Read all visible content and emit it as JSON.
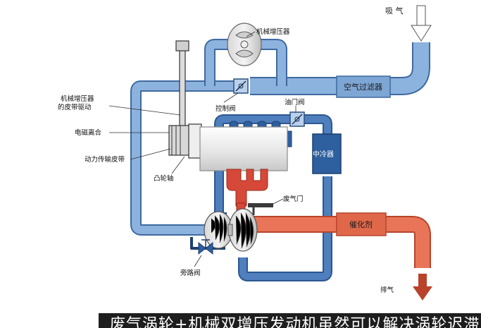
{
  "diagram": {
    "labels": {
      "intake": "吸 气",
      "supercharger": "机械增压器",
      "air_filter": "空气过滤器",
      "control_valve": "控制阀",
      "throttle_valve": "油门阀",
      "belt_drive": "机械增压器\n的皮带驱动",
      "clutch": "电磁离合",
      "power_belt": "动力传输皮带",
      "camshaft": "凸轮轴",
      "intercooler": "中冷器",
      "wastegate": "废气门",
      "catalyst": "催化剂",
      "exhaust": "排气",
      "bypass_valve": "旁路阀"
    },
    "colors": {
      "intake_pipe": "#7ea6d4",
      "intake_pipe_dark": "#4a78b0",
      "intercooler": "#2e5f9e",
      "exhaust_pipe": "#e0684a",
      "exhaust_dark": "#b8432a",
      "engine_block": "#eeeeee",
      "manifold": "#d64838"
    }
  },
  "caption": {
    "text": "废气涡轮+机械双增压发动机虽然可以解决涡轮迟滞问"
  }
}
